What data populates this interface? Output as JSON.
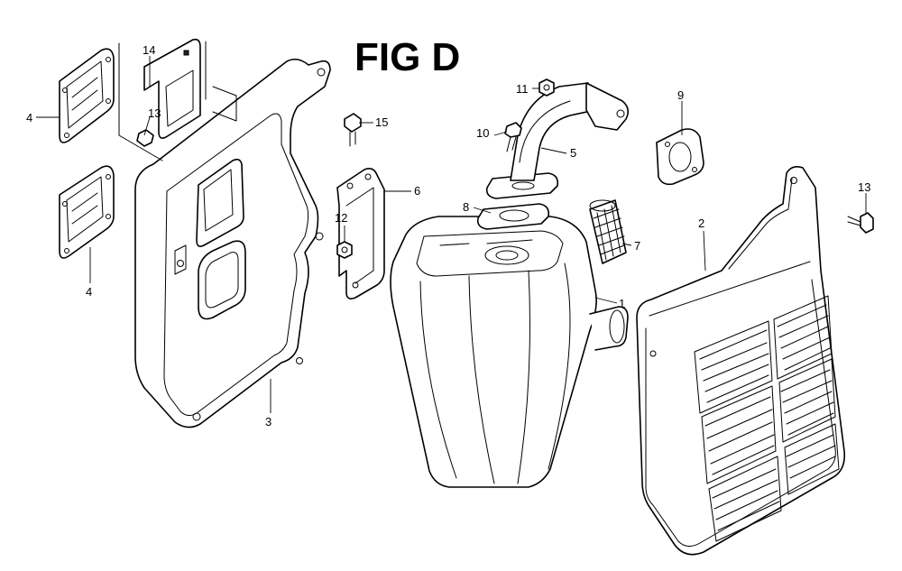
{
  "figure": {
    "title": "FIG D"
  },
  "callouts": [
    {
      "id": "c1",
      "label": "1"
    },
    {
      "id": "c2",
      "label": "2"
    },
    {
      "id": "c3",
      "label": "3"
    },
    {
      "id": "c4a",
      "label": "4"
    },
    {
      "id": "c4b",
      "label": "4"
    },
    {
      "id": "c5",
      "label": "5"
    },
    {
      "id": "c6",
      "label": "6"
    },
    {
      "id": "c7",
      "label": "7"
    },
    {
      "id": "c8",
      "label": "8"
    },
    {
      "id": "c9",
      "label": "9"
    },
    {
      "id": "c10",
      "label": "10"
    },
    {
      "id": "c11",
      "label": "11"
    },
    {
      "id": "c12",
      "label": "12"
    },
    {
      "id": "c13a",
      "label": "13"
    },
    {
      "id": "c13b",
      "label": "13"
    },
    {
      "id": "c14",
      "label": "14"
    },
    {
      "id": "c15",
      "label": "15"
    }
  ]
}
